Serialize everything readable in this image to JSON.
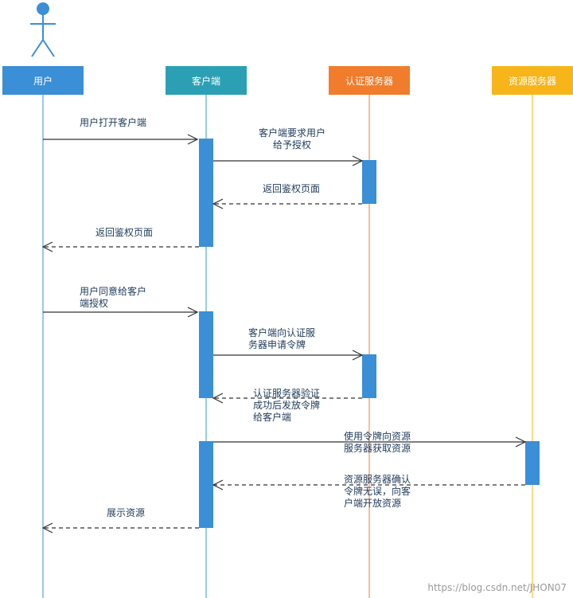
{
  "participants": [
    {
      "id": "user",
      "label": "用户",
      "color": "#3a8fd6",
      "line_color": "#3a8fd6"
    },
    {
      "id": "client",
      "label": "客户端",
      "color": "#2ba0b5",
      "line_color": "#2ba0b5"
    },
    {
      "id": "auth",
      "label": "认证服务器",
      "color": "#f07c2c",
      "line_color": "#f07c2c"
    },
    {
      "id": "resource",
      "label": "资源服务器",
      "color": "#f7b51a",
      "line_color": "#f7b51a"
    }
  ],
  "messages": [
    {
      "label": "用户打开客户端",
      "style": "solid"
    },
    {
      "label": "客户端要求用户\n给予授权",
      "style": "solid"
    },
    {
      "label": "返回鉴权页面",
      "style": "dashed"
    },
    {
      "label": "返回鉴权页面",
      "style": "dashed"
    },
    {
      "label": "用户同意给客户\n端授权",
      "style": "solid"
    },
    {
      "label": "客户端向认证服\n务器申请令牌",
      "style": "solid"
    },
    {
      "label": "认证服务器验证\n成功后发放令牌\n给客户端",
      "style": "dashed"
    },
    {
      "label": "使用令牌向资源\n服务器获取资源",
      "style": "solid"
    },
    {
      "label": "资源服务器确认\n令牌无误，向客\n户端开放资源",
      "style": "dashed"
    },
    {
      "label": "展示资源",
      "style": "dashed"
    }
  ],
  "colors": {
    "activation": "#3a8fd6",
    "arrow": "#333333",
    "actor": "#3a8fd6"
  },
  "watermark": "https://blog.csdn.net/JHON07"
}
